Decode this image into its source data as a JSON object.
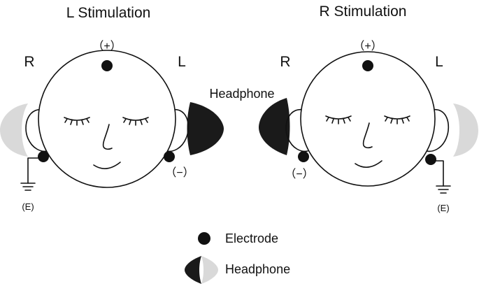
{
  "panels": [
    {
      "title": "L Stimulation",
      "right_label": "R",
      "left_label": "L",
      "plus_label": "（+）",
      "minus_label": "（−）",
      "ground_label": "(E)"
    },
    {
      "title": "R Stimulation",
      "right_label": "R",
      "left_label": "L",
      "plus_label": "（+）",
      "minus_label": "（−）",
      "ground_label": "(E)"
    }
  ],
  "headphone_label": "Headphone",
  "legend": {
    "electrode": "Electrode",
    "headphone": "Headphone"
  },
  "colors": {
    "active_headphone": "#1a1a1a",
    "inactive_headphone": "#d9d9d9",
    "electrode": "#111111",
    "line": "#111111"
  }
}
